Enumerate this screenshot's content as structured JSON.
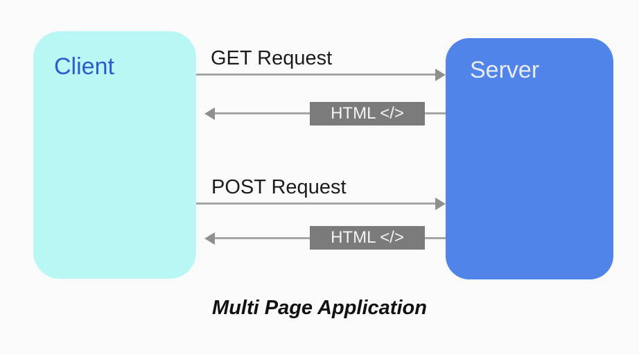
{
  "diagram": {
    "title": "Multi Page Application",
    "background_color": "#fafafa",
    "nodes": [
      {
        "id": "client",
        "label": "Client",
        "fill": "#b9f7f4",
        "text_color": "#2b5ccc"
      },
      {
        "id": "server",
        "label": "Server",
        "fill": "#5084e8",
        "text_color": "#e9ebee"
      }
    ],
    "flows": [
      {
        "label": "GET Request",
        "from": "client",
        "to": "server",
        "style": "plain-label"
      },
      {
        "label": "HTML </>",
        "from": "server",
        "to": "client",
        "style": "gray-badge"
      },
      {
        "label": "POST Request",
        "from": "client",
        "to": "server",
        "style": "plain-label"
      },
      {
        "label": "HTML </>",
        "from": "server",
        "to": "client",
        "style": "gray-badge"
      }
    ],
    "colors": {
      "arrow_line": "#a6a6a6",
      "arrow_head": "#8f8f8f",
      "badge_background": "#7b7b7b",
      "badge_text": "#f4f4f4",
      "flow_label_text": "#1c1c1c",
      "title_text": "#111111"
    }
  }
}
